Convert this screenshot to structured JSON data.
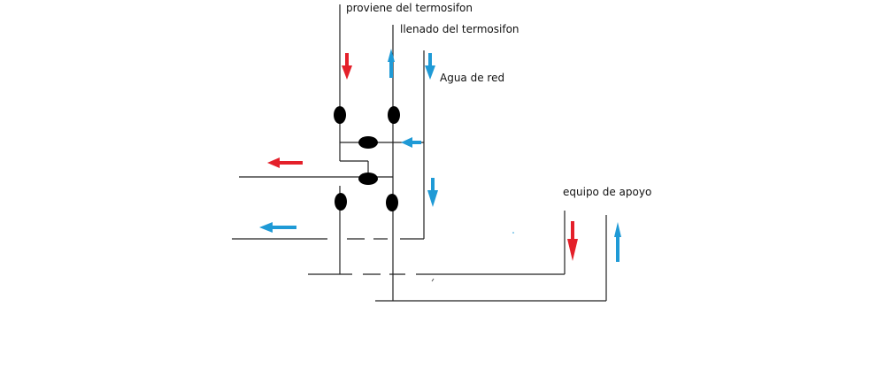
{
  "labels": {
    "from_thermosiphon": "proviene del termosifon",
    "fill_thermosiphon": "llenado del termosifon",
    "mains_water": "Agua de red",
    "backup_equipment": "equipo de apoyo"
  },
  "colors": {
    "line": "#222222",
    "valve": "#000000",
    "hot_arrow": "#e4202a",
    "cold_arrow": "#1f9ad6"
  }
}
